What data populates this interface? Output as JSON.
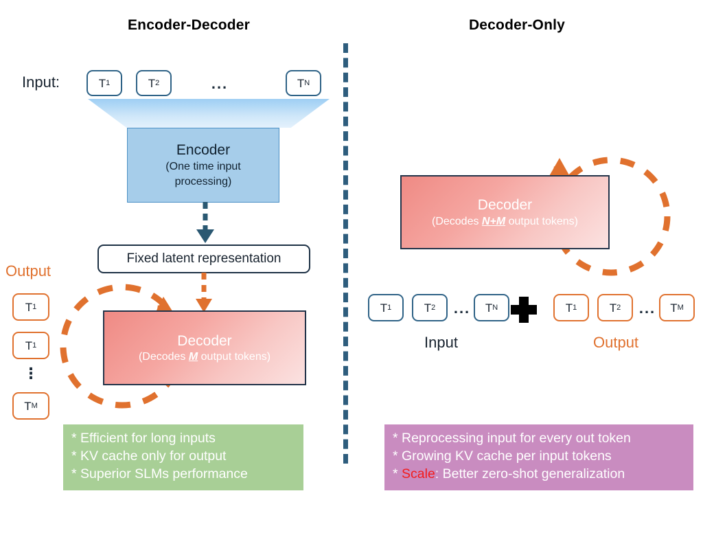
{
  "panels": {
    "left": {
      "title": "Encoder-Decoder"
    },
    "right": {
      "title": "Decoder-Only"
    }
  },
  "left": {
    "input_label": "Input:",
    "input_tokens": [
      {
        "base": "T",
        "sub": "1"
      },
      {
        "base": "T",
        "sub": "2"
      },
      {
        "base": "T",
        "sub": "N"
      }
    ],
    "input_ellipsis": "...",
    "encoder": {
      "title": "Encoder",
      "subtitle_line1": "(One time input",
      "subtitle_line2": "processing)"
    },
    "latent": {
      "text": "Fixed latent representation"
    },
    "output_label": "Output",
    "output_tokens": [
      {
        "base": "T",
        "sub": "1"
      },
      {
        "base": "T",
        "sub": "1"
      },
      {
        "base": "T",
        "sub": "M"
      }
    ],
    "output_vertical_ellipsis": "⋮",
    "decoder": {
      "title": "Decoder",
      "sub_prefix": "(Decodes ",
      "sub_emph": "M",
      "sub_suffix": " output tokens)"
    },
    "notes": [
      "* Efficient for long inputs",
      "* KV cache only for output",
      "* Superior SLMs performance"
    ]
  },
  "right": {
    "decoder": {
      "title": "Decoder",
      "sub_prefix": "(Decodes ",
      "sub_emph": "N+M",
      "sub_suffix": " output tokens)"
    },
    "input_label": "Input",
    "output_label": "Output",
    "input_tokens": [
      {
        "base": "T",
        "sub": "1"
      },
      {
        "base": "T",
        "sub": "2"
      },
      {
        "base": "T",
        "sub": "N"
      }
    ],
    "output_tokens": [
      {
        "base": "T",
        "sub": "1"
      },
      {
        "base": "T",
        "sub": "2"
      },
      {
        "base": "T",
        "sub": "M"
      }
    ],
    "ellipsis": "...",
    "plus_symbol": "+",
    "notes": [
      {
        "prefix": "* Reprocessing input for every out token",
        "emph": "",
        "suffix": ""
      },
      {
        "prefix": "* Growing KV cache per input tokens",
        "emph": "",
        "suffix": ""
      },
      {
        "prefix": "* ",
        "emph": "Scale",
        "suffix": ": Better zero-shot generalization"
      }
    ]
  },
  "colors": {
    "accent_blue": "#2e6286",
    "accent_orange": "#e0712e",
    "divider_blue": "#2e5d7d",
    "encoder_fill": "#a6cdea",
    "note_green": "#a8cf96",
    "note_purple": "#c98cc0",
    "scale_red": "#f31b1b"
  }
}
